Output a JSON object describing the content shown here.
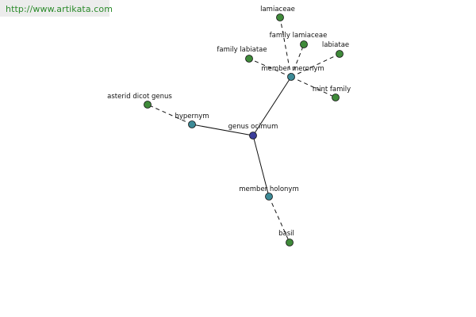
{
  "header": {
    "url": "http://www.artikata.com"
  },
  "colors": {
    "center_node": "#3b3d9a",
    "relation_node": "#3d8a96",
    "leaf_node": "#3f8a3a",
    "edge": "#111111"
  },
  "graph": {
    "center": {
      "label": "genus ocimum"
    },
    "relations": {
      "hypernym": {
        "label": "hypernym"
      },
      "meronym": {
        "label": "member meronym"
      },
      "holonym": {
        "label": "member holonym"
      }
    },
    "leaves": {
      "asterid": {
        "label": "asterid dicot genus"
      },
      "lamiaceae": {
        "label": "lamiaceae"
      },
      "family_lamiaceae": {
        "label": "family lamiaceae"
      },
      "family_labiatae": {
        "label": "family labiatae"
      },
      "labiatae": {
        "label": "labiatae"
      },
      "mint_family": {
        "label": "mint family"
      },
      "basil": {
        "label": "basil"
      }
    }
  }
}
